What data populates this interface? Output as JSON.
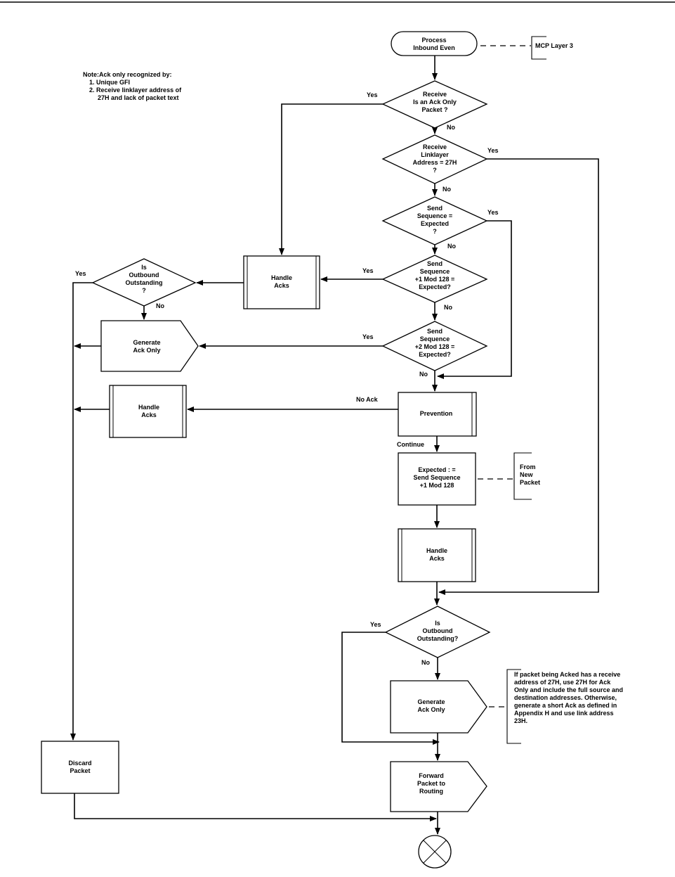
{
  "note": {
    "lines": [
      "Note:Ack only recognized by:",
      "1. Unique GFI",
      "2. Receive linklayer address of",
      "27H and lack of packet text"
    ]
  },
  "start": {
    "lines": [
      "Process",
      "Inbound Even"
    ]
  },
  "mcp_label": "MCP Layer 3",
  "d1": {
    "lines": [
      "Receive",
      "Is an Ack Only",
      "Packet ?"
    ]
  },
  "d2": {
    "lines": [
      "Receive",
      "Linklayer",
      "Address = 27H",
      "?"
    ]
  },
  "d3": {
    "lines": [
      "Send",
      "Sequence =",
      "Expected",
      "?"
    ]
  },
  "d4": {
    "lines": [
      "Send",
      "Sequence",
      "+1 Mod 128 =",
      "Expected?"
    ]
  },
  "d5": {
    "lines": [
      "Send",
      "Sequence",
      "+2 Mod 128 =",
      "Expected?"
    ]
  },
  "d6": {
    "lines": [
      "Is",
      "Outbound",
      "Outstanding",
      "?"
    ]
  },
  "d7": {
    "lines": [
      "Is",
      "Outbound",
      "Outstanding?"
    ]
  },
  "handle_acks_1": {
    "lines": [
      "Handle",
      "Acks"
    ]
  },
  "handle_acks_2": {
    "lines": [
      "Handle",
      "Acks"
    ]
  },
  "handle_acks_3": {
    "lines": [
      "Handle",
      "Acks"
    ]
  },
  "generate_ack_1": {
    "lines": [
      "Generate",
      "Ack Only"
    ]
  },
  "generate_ack_2": {
    "lines": [
      "Generate",
      "Ack Only"
    ]
  },
  "prevention": "Prevention",
  "expected_box": {
    "lines": [
      "Expected : =",
      "Send Sequence",
      "+1 Mod 128"
    ]
  },
  "from_new_packet": {
    "lines": [
      "From",
      "New",
      "Packet"
    ]
  },
  "discard": {
    "lines": [
      "Discard",
      "Packet"
    ]
  },
  "forward": {
    "lines": [
      "Forward",
      "Packet to",
      "Routing"
    ]
  },
  "ack_note": {
    "lines": [
      "If packet being Acked has a receive",
      "address of 27H, use 27H for Ack",
      "Only and include the full source and",
      "destination addresses.  Otherwise,",
      "generate a short Ack as defined in",
      "Appendix H and use link address",
      "23H."
    ]
  },
  "labels": {
    "yes": "Yes",
    "no": "No",
    "no_ack": "No Ack",
    "continue": "Continue"
  }
}
